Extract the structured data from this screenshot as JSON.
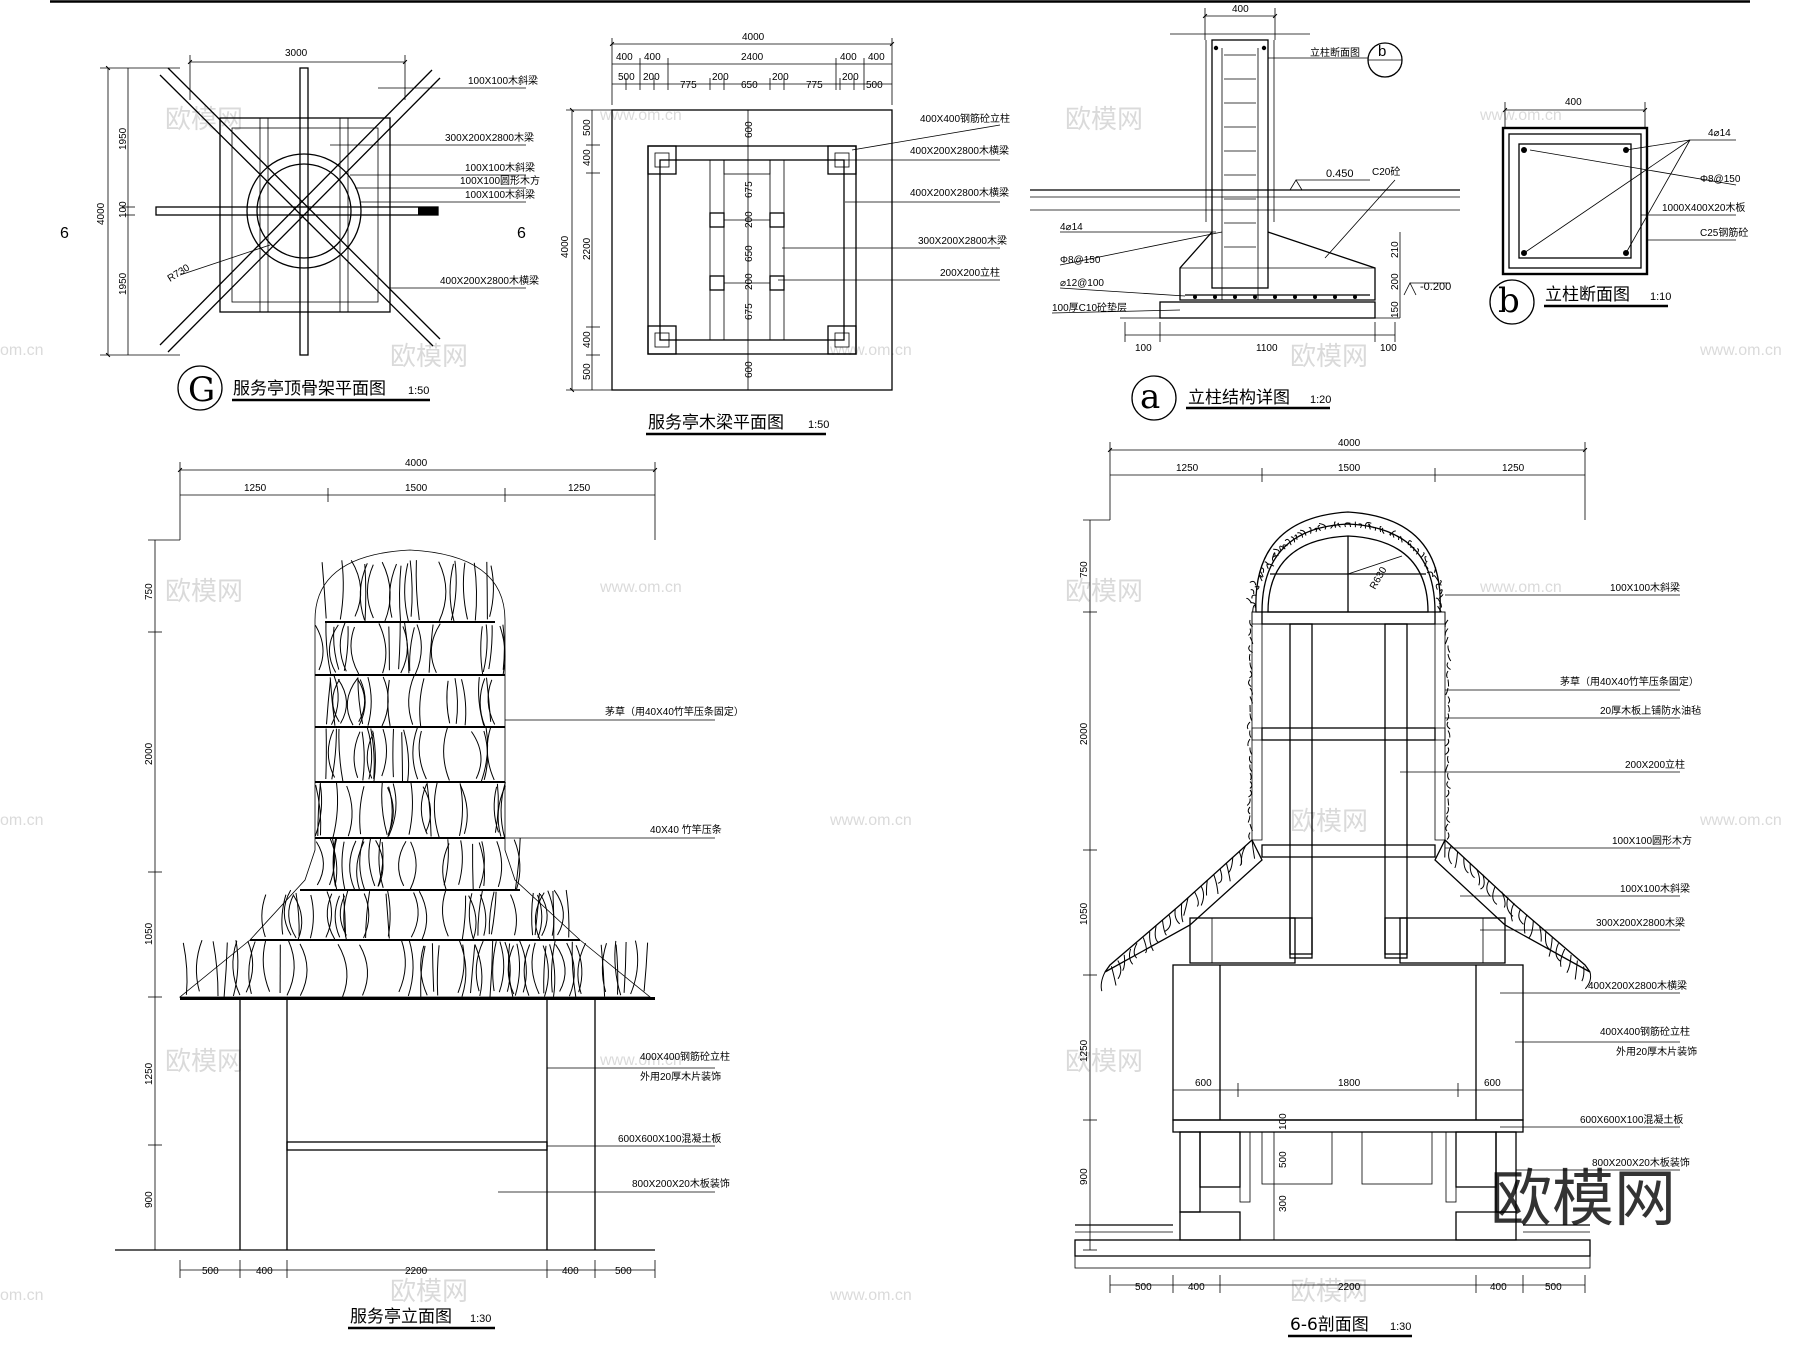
{
  "drawings": {
    "g_plan": {
      "circle_label": "G",
      "title": "服务亭顶骨架平面图",
      "scale": "1:50",
      "dims": {
        "top": "3000",
        "left_total": "4000",
        "left_a": "1950",
        "left_b": "100",
        "left_c": "1950",
        "radius": "R730",
        "section_l": "6",
        "section_r": "6"
      },
      "labels": [
        "100X100木斜梁",
        "300X200X2800木梁",
        "100X100木斜梁",
        "100X100圆形木方",
        "100X100木斜梁",
        "400X200X2800木横梁"
      ]
    },
    "beam_plan": {
      "title": "服务亭木梁平面图",
      "scale": "1:50",
      "dims_top_total": "4000",
      "dims_top_row1": [
        "400",
        "400",
        "2400",
        "400",
        "400"
      ],
      "dims_top_row2": [
        "500",
        "200",
        "775",
        "200",
        "650",
        "200",
        "775",
        "200",
        "500"
      ],
      "dims_left_total": "4000",
      "dims_left": [
        "500",
        "400",
        "2200",
        "400",
        "500"
      ],
      "dims_inner": [
        "600",
        "675",
        "200",
        "650",
        "200",
        "675",
        "600"
      ],
      "labels": [
        "400X400钢筋砼立柱",
        "400X200X2800木横梁",
        "400X200X2800木横梁",
        "300X200X2800木梁",
        "200X200立柱"
      ]
    },
    "column_detail": {
      "circle_label": "a",
      "title": "立柱结构详图",
      "scale": "1:20",
      "ref_circle": "b",
      "labels": [
        "立柱断面图",
        "0.450",
        "C20砼",
        "4⌀14",
        "Φ8@150",
        "⌀12@100",
        "100厚C10砼垫层",
        "-0.200"
      ],
      "dims": {
        "top": "400",
        "bottom": [
          "100",
          "1100",
          "100"
        ],
        "right": [
          "210",
          "200",
          "150"
        ]
      }
    },
    "column_section": {
      "circle_label": "b",
      "title": "立柱断面图",
      "scale": "1:10",
      "dim_top": "400",
      "labels": [
        "4⌀14",
        "Φ8@150",
        "1000X400X20木板",
        "C25钢筋砼"
      ]
    },
    "elevation": {
      "title": "服务亭立面图",
      "scale": "1:30",
      "dims_top_total": "4000",
      "dims_top": [
        "1250",
        "1500",
        "1250"
      ],
      "dims_left": [
        "750",
        "2000",
        "1050",
        "1250",
        "900"
      ],
      "dims_bottom": [
        "500",
        "400",
        "2200",
        "400",
        "500"
      ],
      "labels": [
        "茅草（用40X40竹竿压条固定）",
        "40X40  竹竿压条",
        "400X400钢筋砼立柱",
        "外用20厚木片装饰",
        "600X600X100混凝土板",
        "800X200X20木板装饰"
      ]
    },
    "section": {
      "title": "6-6剖面图",
      "scale": "1:30",
      "dims_top_total": "4000",
      "dims_top": [
        "1250",
        "1500",
        "1250"
      ],
      "dims_left": [
        "750",
        "2000",
        "1050",
        "1250",
        "900"
      ],
      "dims_bottom": [
        "500",
        "400",
        "2200",
        "400",
        "500"
      ],
      "dims_inner": [
        "600",
        "1800",
        "600"
      ],
      "dims_inner_v": [
        "100",
        "500",
        "300"
      ],
      "radius": "R630",
      "labels": [
        "100X100木斜梁",
        "茅草（用40X40竹竿压条固定）",
        "20厚木板上铺防水油毡",
        "200X200立柱",
        "100X100圆形木方",
        "100X100木斜梁",
        "300X200X2800木梁",
        "400X200X2800木横梁",
        "400X400钢筋砼立柱",
        "外用20厚木片装饰",
        "600X600X100混凝土板",
        "800X200X20木板装饰"
      ]
    }
  },
  "watermark": {
    "brand": "欧模网",
    "site": "www.om.cn",
    "site_short": "om.cn"
  }
}
